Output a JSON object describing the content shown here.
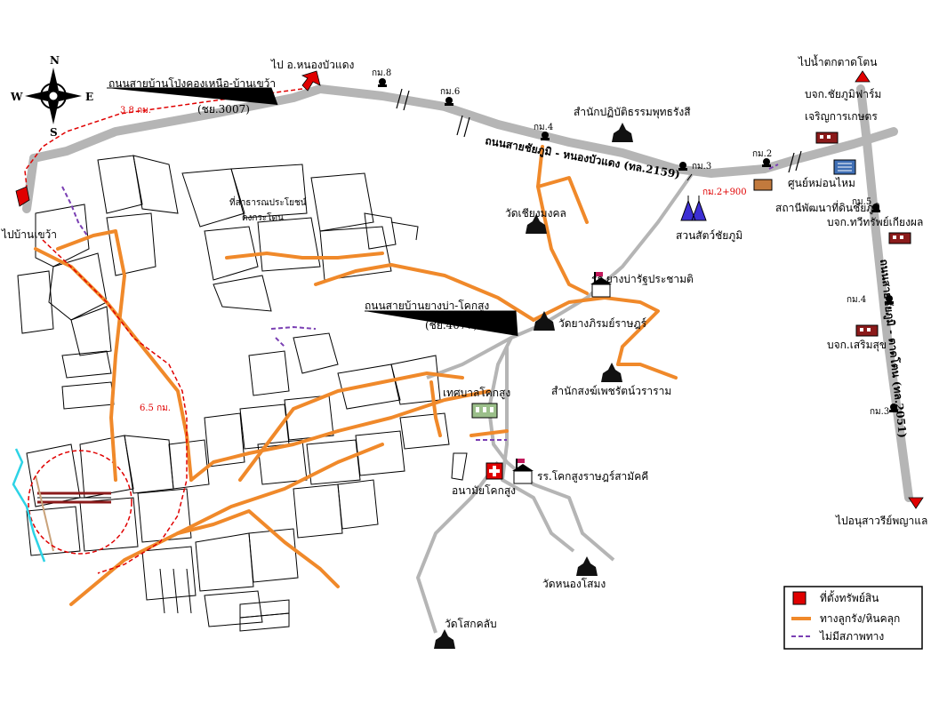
{
  "compass": {
    "n": "N",
    "s": "S",
    "e": "E",
    "w": "W"
  },
  "labels": {
    "to_nong_bua_daeng": "ไป อ.หนองบัวแดง",
    "road_pong_khong": "ถนนสายบ้านโป่งคองเหนือ-บ้านเขว้า",
    "road_pong_khong_code": "(ชย.3007)",
    "dist_38": "3.8 กม.",
    "to_ban_khwao": "ไปบ้านเขว้า",
    "km8": "กม.8",
    "km6": "กม.6",
    "km4_top": "กม.4",
    "km3": "กม.3",
    "km2": "กม.2",
    "km5": "กม.5",
    "km4_right": "กม.4",
    "km3_right": "กม.3",
    "km_marker_red": "กม.2+900",
    "road_chaiyaphum_nbd": "ถนนสายชัยภูมิ - หนองบัวแดง (ทล.2159)",
    "road_chaiyaphum_tk": "ถนนสายชัยภูมิ - ตาดโตน (ทล.2051)",
    "to_namtok_tat_ton": "ไปน้ำตกตาดโตน",
    "to_anusawari": "ไปอนุสาวรีย์พญาแล",
    "dharma_center": "สำนักปฏิบัติธรรมพุทธรังสี",
    "company_chaiyaphum_farm_1": "บจก.ชัยภูมิฟาร์ม",
    "company_chaiyaphum_farm_2": "เจริญการเกษตร",
    "battery_center": "ศูนย์หม่อนไหม",
    "land_dev_station": "สถานีพัฒนาที่ดินชัยภูมิ",
    "zoo": "สวนสัตว์ชัยภูมิ",
    "company_thawee": "บจก.ทวีทรัพย์เกียงผล",
    "company_sermsuk": "บจก.เสริมสุข",
    "wat_chaiyamongkhon": "วัดเชียงมงคล",
    "school_yang_bua": "รร.ยางบ่ารัฐประชามติ",
    "road_yang_bua": "ถนนสายบ้านยางบ่า-โคกสูง",
    "road_yang_bua_code": "(ชย.4077)",
    "wat_yang": "วัดยางภิรมย์ราษฎร์",
    "monastery_phet": "สำนักสงฆ์เพชรัตน์วราราม",
    "public_benefit": "ที่สาธารณประโยชน์",
    "public_benefit_2": "ดงกระโดน",
    "municipality": "เทศบาลโคกสูง",
    "dist_65": "6.5 กม.",
    "health_center": "อนามัยโคกสูง",
    "school_khok_sung": "รร.โคกสูงราษฎร์สามัคคี",
    "wat_nong_sam": "วัดหนองโสมง",
    "wat_khok_lap": "วัดโสกคลับ"
  },
  "legend": {
    "property": "ที่ตั้งทรัพย์สิน",
    "laterite_road": "ทางลูกรัง/หินคลุก",
    "no_road": "ไม่มีสภาพทาง"
  },
  "colors": {
    "road": "#b5b5b5",
    "laterite": "#f0892a",
    "property": "#e00000",
    "no_road": "#7a3fb3",
    "water": "#2dd3e6"
  }
}
